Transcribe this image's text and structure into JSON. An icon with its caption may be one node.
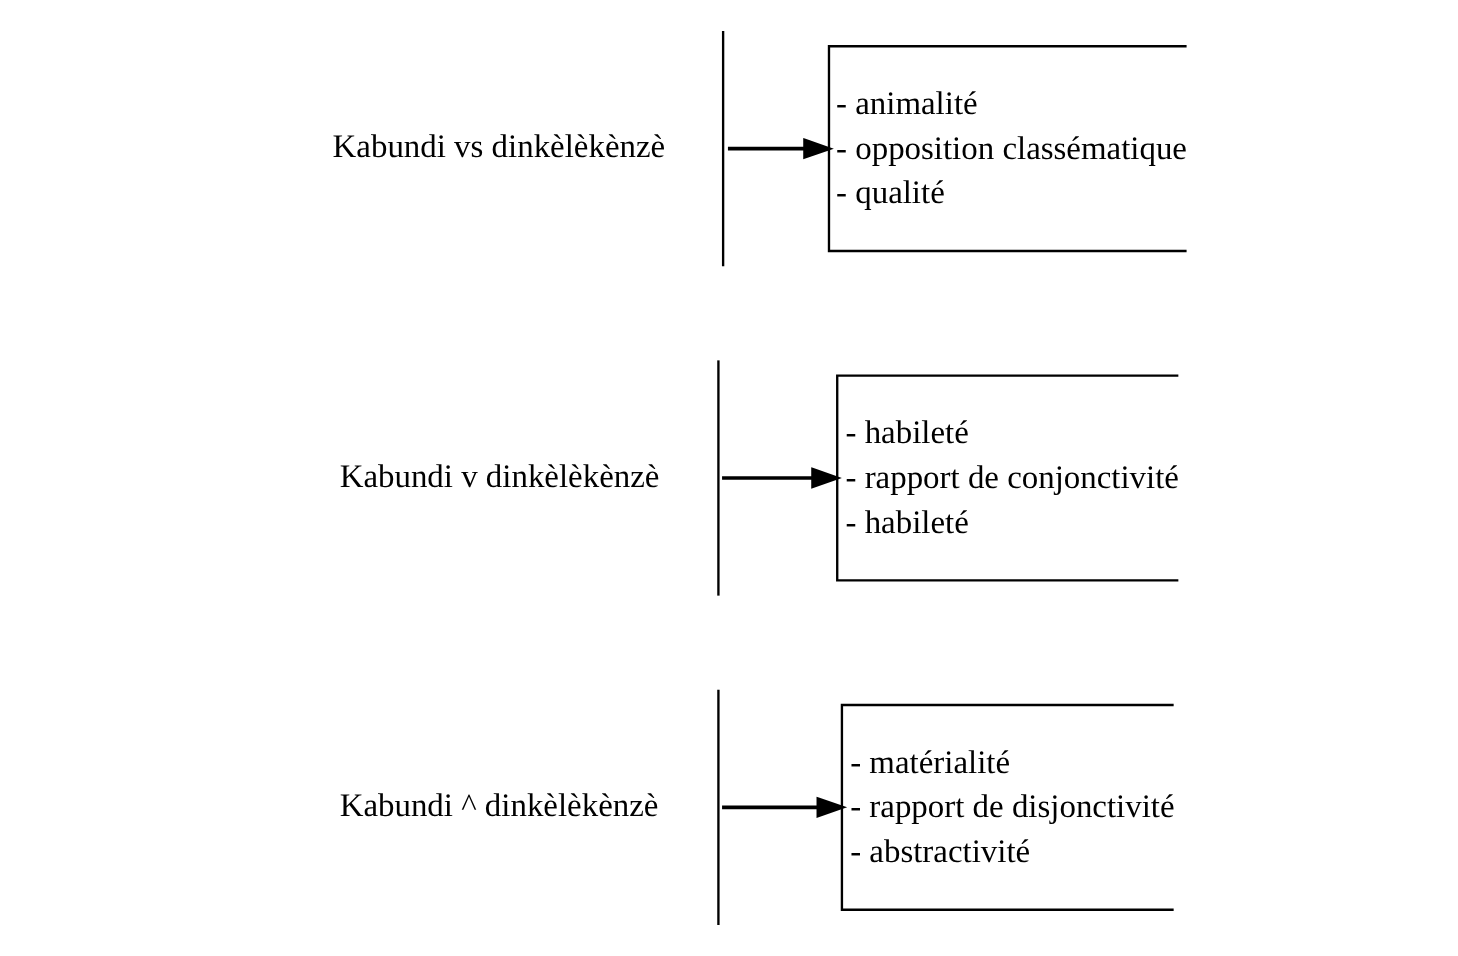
{
  "diagram": {
    "nodes": [
      {
        "text": [
          "Kabundi vs dinkèlèkènzè"
        ]
      },
      {
        "text": [
          "- animalité",
          "- opposition classématique",
          "- qualité"
        ]
      },
      {
        "text": [
          "Kabundi v dinkèlèkènzè"
        ]
      },
      {
        "text": [
          "- habileté",
          "- rapport de conjonctivité",
          "- habileté"
        ]
      },
      {
        "text": [
          "Kabundi ^ dinkèlèkènzè"
        ]
      },
      {
        "text": [
          "- matérialité",
          "- rapport de disjonctivité",
          "- abstractivité"
        ]
      }
    ],
    "edges": [
      {
        "from": 0,
        "to": 1,
        "arrow": "to"
      },
      {
        "from": 2,
        "to": 3,
        "arrow": "to"
      },
      {
        "from": 4,
        "to": 5,
        "arrow": "to"
      }
    ]
  }
}
